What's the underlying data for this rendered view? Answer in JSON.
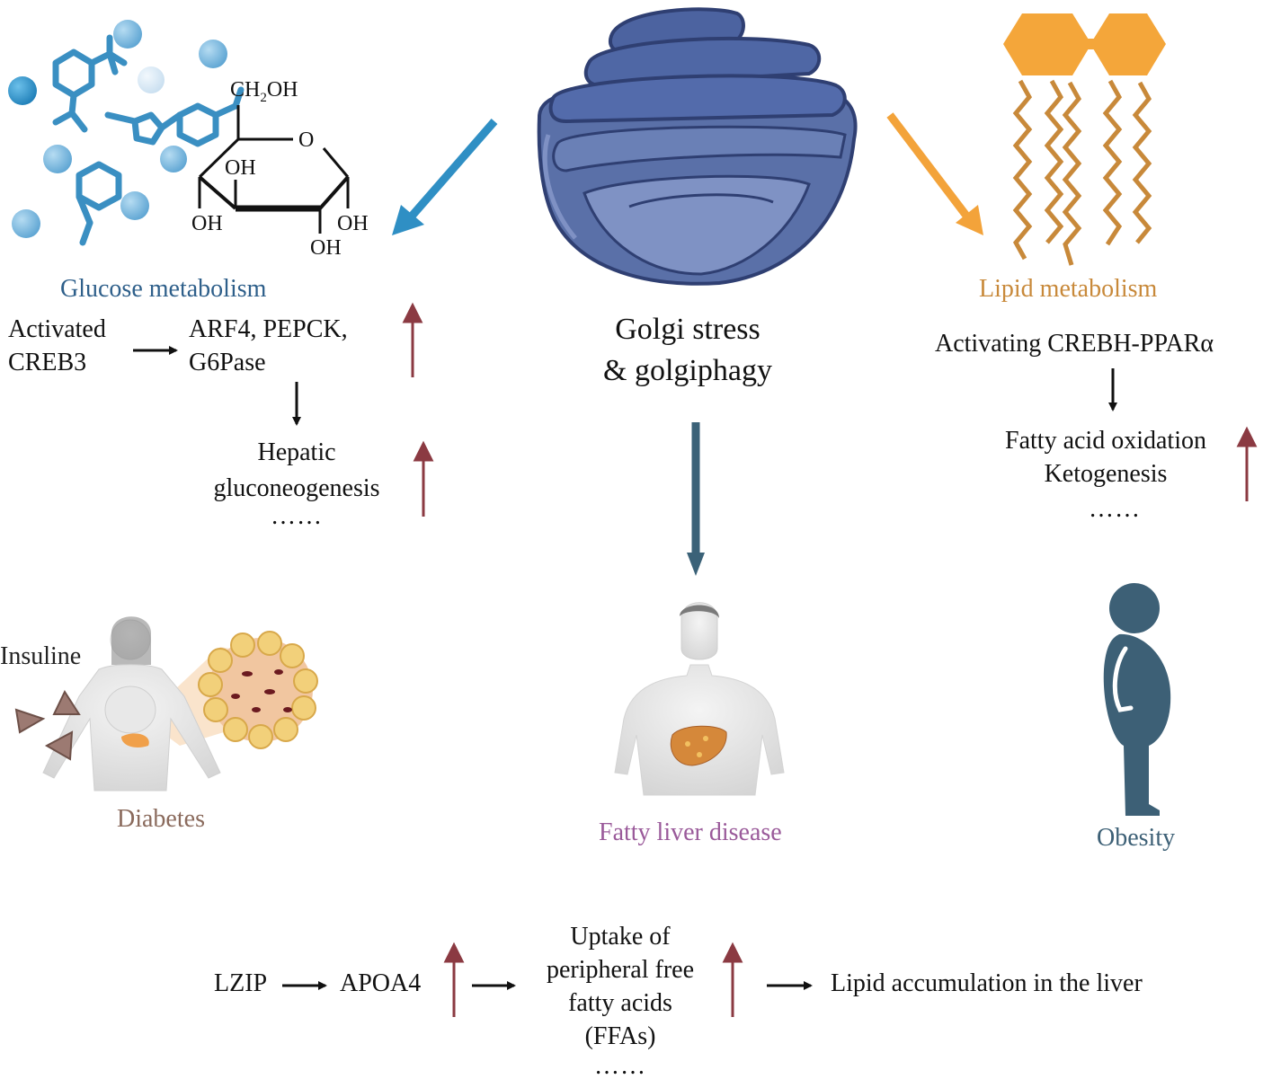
{
  "center": {
    "title_line1": "Golgi stress",
    "title_line2": "& golgiphagy"
  },
  "glucose": {
    "title": "Glucose metabolism",
    "activated_line1": "Activated",
    "activated_line2": "CREB3",
    "targets_line1": "ARF4, PEPCK,",
    "targets_line2": "G6Pase",
    "outcome_line1": "Hepatic",
    "outcome_line2": "gluconeogenesis",
    "ellipsis": "……",
    "structure": {
      "ch2oh": "CH",
      "ch2oh_sub": "2",
      "ch2oh_end": "OH",
      "ring_o": "O",
      "oh_top": "OH",
      "oh_left": "OH",
      "oh_right": "OH",
      "oh_bottom": "OH"
    }
  },
  "lipid": {
    "title": "Lipid metabolism",
    "activating": "Activating CREBH-PPARα",
    "outcome_line1": "Fatty acid oxidation",
    "outcome_line2": "Ketogenesis",
    "ellipsis": "……"
  },
  "diseases": {
    "diabetes": "Diabetes",
    "insuline": "Insuline",
    "fatty_liver": "Fatty liver disease",
    "obesity": "Obesity"
  },
  "bottom_pathway": {
    "step1": "LZIP",
    "step2": "APOA4",
    "step3_line1": "Uptake of",
    "step3_line2": "peripheral free",
    "step3_line3": "fatty acids",
    "step3_line4": "(FFAs)",
    "step3_ellipsis": "……",
    "step4": "Lipid accumulation in the liver"
  },
  "colors": {
    "glucose_title": "#2e5f8a",
    "lipid_title": "#c8893a",
    "diabetes": "#8a6a5c",
    "fatty_liver": "#9a5a9a",
    "obesity": "#3d6076",
    "up_arrow": "#8b3a42",
    "blue_arrow": "#2f8fc4",
    "orange_arrow": "#f3a33a",
    "center_arrow": "#3b6278",
    "golgi": "#5a70a8",
    "molecule": "#3a8fc2",
    "lipid_head": "#f4a63a",
    "lipid_tail": "#c8893a"
  }
}
